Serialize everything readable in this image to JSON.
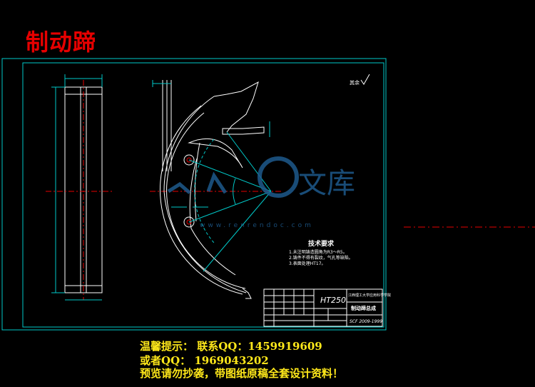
{
  "title": "制动蹄",
  "technical_requirements": {
    "heading": "技术要求",
    "items": [
      "1.未注明铸造圆角为R3～R5。",
      "2.铸件不得有裂纹，气孔等缺陷。",
      "3.表面处理HT17。"
    ]
  },
  "title_block": {
    "material": "HT250",
    "part_name": "制动蹄总成",
    "school": "江西理工大学应用科学学院",
    "drawing_no": "SCF 2009-1999"
  },
  "roughness_note": "其余",
  "watermark": {
    "brand": "文库",
    "url": "www.renrendoc.com"
  },
  "footer": {
    "line1": "温馨提示： 联系QQ：1459919609",
    "line2": "或者QQ： 1969043202",
    "line3": "预览请勿抄袭，带图纸原稿全套设计资料！"
  },
  "colors": {
    "background": "#000000",
    "frame": "#00c8c8",
    "title": "#e60000",
    "footer": "#ffe81a",
    "watermark": "#1e5a8c"
  }
}
